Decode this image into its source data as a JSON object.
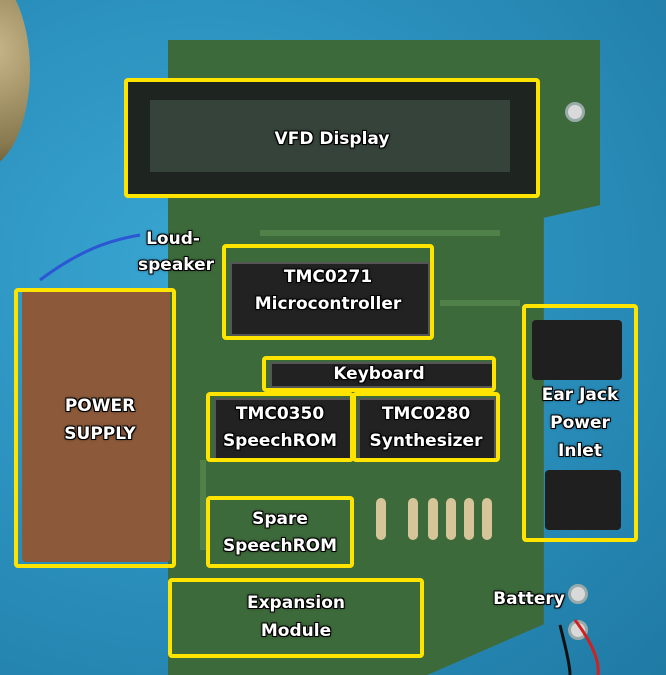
{
  "labels": {
    "vfd_display": "VFD Display",
    "loudspeaker_line1": "Loud-",
    "loudspeaker_line2": "speaker",
    "tmc0271_line1": "TMC0271",
    "tmc0271_line2": "Microcontroller",
    "power_supply_line1": "POWER",
    "power_supply_line2": "SUPPLY",
    "keyboard": "Keyboard",
    "tmc0350_line1": "TMC0350",
    "tmc0350_line2": "SpeechROM",
    "tmc0280_line1": "TMC0280",
    "tmc0280_line2": "Synthesizer",
    "ear_jack_line1": "Ear Jack",
    "ear_jack_line2": "Power",
    "ear_jack_line3": "Inlet",
    "spare_line1": "Spare",
    "spare_line2": "SpeechROM",
    "expansion_line1": "Expansion",
    "expansion_line2": "Module",
    "battery": "Battery"
  },
  "colors": {
    "background": "#2a8fb8",
    "pcb": "#3d6a3a",
    "highlight": "#ffe400",
    "label_text": "#ffffff"
  }
}
